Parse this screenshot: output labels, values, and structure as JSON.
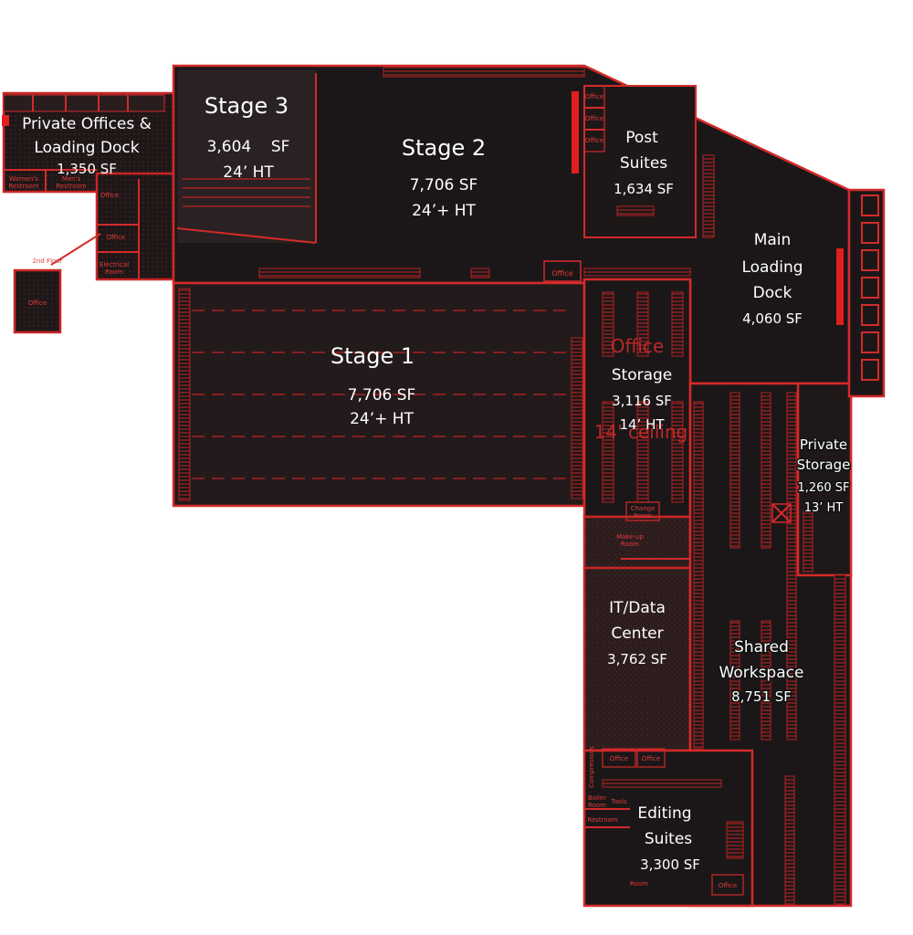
{
  "map": {
    "areas": {
      "private_offices": {
        "name_line1": "Private Offices &",
        "name_line2": "Loading Dock",
        "sf": "1,350 SF"
      },
      "stage3": {
        "name": "Stage 3",
        "sf": "3,604    SF",
        "ht": "24’ HT"
      },
      "stage2": {
        "name": "Stage 2",
        "sf": "7,706 SF",
        "ht": "24’+ HT"
      },
      "stage1": {
        "name": "Stage 1",
        "sf": "7,706 SF",
        "ht": "24’+ HT"
      },
      "post_suites": {
        "name_line1": "Post",
        "name_line2": "Suites",
        "sf": "1,634 SF"
      },
      "main_loading_dock": {
        "name_line1": "Main",
        "name_line2": "Loading",
        "name_line3": "Dock",
        "sf": "4,060 SF"
      },
      "storage": {
        "name": "Storage",
        "sf": "3,116 SF",
        "ht": "14’ HT"
      },
      "private_storage": {
        "name_line1": "Private",
        "name_line2": "Storage",
        "sf": "1,260 SF",
        "ht": "13’ HT"
      },
      "it_data_center": {
        "name_line1": "IT/Data",
        "name_line2": "Center",
        "sf": "3,762 SF"
      },
      "shared_workspace": {
        "name_line1": "Shared",
        "name_line2": "Workspace",
        "sf": "8,751 SF"
      },
      "editing_suites": {
        "name_line1": "Editing",
        "name_line2": "Suites",
        "sf": "3,300 SF"
      }
    },
    "small_labels": {
      "womens_restroom_1": "Women's",
      "womens_restroom_2": "Restroom",
      "mens_restroom_1": "Men's",
      "mens_restroom_2": "Restroom",
      "office_a": "Office",
      "office_b": "Office",
      "electrical_1": "Electrical",
      "electrical_2": "Room",
      "second_floor": "2nd Floor",
      "office_second_floor": "Office",
      "office_stage2": "Office",
      "office_post_1": "Office",
      "office_post_2": "Office",
      "office_post_3": "Office",
      "change_room_1": "Change",
      "change_room_2": "Room",
      "makeup_1": "Make-up",
      "makeup_2": "Room",
      "office_it_1": "Office",
      "office_it_2": "Office",
      "compressors": "Compressors",
      "boiler_1": "Boiler",
      "boiler_2": "Room",
      "tools": "Tools",
      "restroom_edit": "Restroom",
      "office_edit": "Office",
      "conf_room": "Room"
    },
    "colors": {
      "wall": "#d42a2a",
      "floor": "#1b1718",
      "background": "#ffffff"
    }
  }
}
